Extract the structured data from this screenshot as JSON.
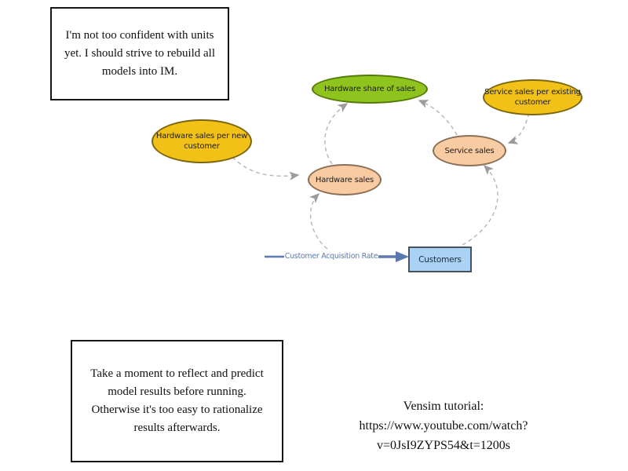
{
  "notes": {
    "units_note": "I'm not too confident with units\nyet. I should strive to rebuild all\nmodels into IM.",
    "reflect_note": "Take a moment to reflect and predict\nmodel results before running.\nOtherwise it's too easy to rationalize\nresults afterwards."
  },
  "tutorial_text": "Vensim tutorial:\nhttps://www.youtube.com/watch?\nv=0JsI9ZYPS54&t=1200s",
  "variables": {
    "hardware_share_of_sales": {
      "label": "Hardware share of sales",
      "fill": "#8FC41E",
      "border": "#54780A"
    },
    "service_sales_per_existing_customer": {
      "label": "Service sales per existing\ncustomer",
      "fill": "#F2C117",
      "border": "#79660E"
    },
    "hardware_sales_per_new_customer": {
      "label": "Hardware sales per new\ncustomer",
      "fill": "#F2C117",
      "border": "#79660E"
    },
    "hardware_sales": {
      "label": "Hardware sales",
      "fill": "#F9CBA3",
      "border": "#8A6F55"
    },
    "service_sales": {
      "label": "Service sales",
      "fill": "#F9CBA3",
      "border": "#8A6F55"
    },
    "customers": {
      "label": "Customers",
      "fill": "#A9D2F4",
      "border": "#49525B",
      "text_color": "#222D3D"
    },
    "customer_acquisition_rate": {
      "label": "Customer Acquisition Rate",
      "color": "#5B79AD"
    }
  },
  "links": [
    {
      "from": "Hardware sales per new customer",
      "to": "Hardware sales",
      "style": "dashed"
    },
    {
      "from": "Hardware sales",
      "to": "Hardware share of sales",
      "style": "dashed"
    },
    {
      "from": "Service sales",
      "to": "Hardware share of sales",
      "style": "dashed"
    },
    {
      "from": "Service sales per existing customer",
      "to": "Service sales",
      "style": "dashed"
    },
    {
      "from": "Customer Acquisition Rate",
      "to": "Hardware sales",
      "style": "dashed"
    },
    {
      "from": "Customers",
      "to": "Service sales",
      "style": "dashed"
    },
    {
      "from": "Customer Acquisition Rate",
      "to": "Customers",
      "style": "solid-flow"
    }
  ],
  "colors": {
    "connector": "#B5B5B5",
    "arrowhead": "#9B9B9B",
    "flow": "#5B79AD",
    "note_border": "#161616"
  }
}
